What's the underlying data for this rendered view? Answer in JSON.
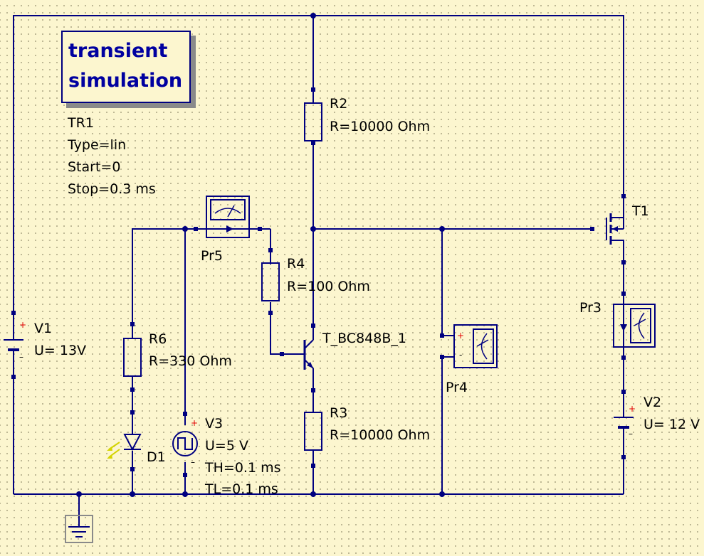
{
  "simulation": {
    "title_line1": "transient",
    "title_line2": "simulation",
    "name": "TR1",
    "type": "Type=lin",
    "start": "Start=0",
    "stop": "Stop=0.3 ms"
  },
  "components": {
    "R2": {
      "name": "R2",
      "value": "R=10000 Ohm"
    },
    "R4": {
      "name": "R4",
      "value": "R=100 Ohm"
    },
    "R6": {
      "name": "R6",
      "value": "R=330 Ohm"
    },
    "R3": {
      "name": "R3",
      "value": "R=10000 Ohm"
    },
    "T1": {
      "name": "T1"
    },
    "Q1": {
      "name": "T_BC848B_1"
    },
    "D1": {
      "name": "D1"
    },
    "V1": {
      "name": "V1",
      "value": "U= 13V"
    },
    "V2": {
      "name": "V2",
      "value": "U= 12 V"
    },
    "V3": {
      "name": "V3",
      "value": "U=5 V",
      "th": "TH=0.1 ms",
      "tl": "TL=0.1 ms"
    },
    "Pr3": {
      "name": "Pr3"
    },
    "Pr4": {
      "name": "Pr4"
    },
    "Pr5": {
      "name": "Pr5"
    }
  },
  "polarity": {
    "plus": "+",
    "minus": "-",
    "minus_long": "–"
  },
  "colors": {
    "background": "#fcf6cf",
    "wire": "#000080",
    "sim_text": "#0000a0",
    "led_arrows": "#d4d400",
    "plus_sign": "#e00000"
  }
}
